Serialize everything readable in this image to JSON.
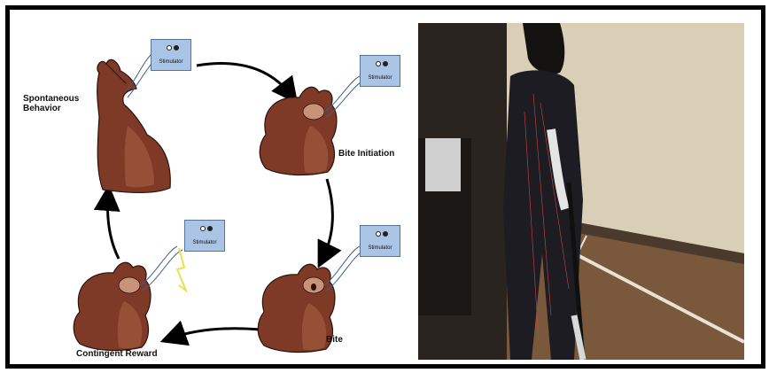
{
  "diagram": {
    "stages": [
      {
        "label": "Spontaneous Behavior",
        "line1": "Spontaneous",
        "line2": "Behavior"
      },
      {
        "label": "Bite Initiation"
      },
      {
        "label": "Bite"
      },
      {
        "label": "Contingent Reward"
      }
    ],
    "stimulator_label": "Stimulator"
  },
  "photo": {
    "description_icon": "person-with-electrodes-photo"
  },
  "colors": {
    "slug_body": "#7e3a26",
    "slug_shadow": "#5a2517",
    "stimulator_box": "#a9c4e4",
    "photo_wall": "#d7cdb4",
    "photo_floor": "#7c5a3e"
  }
}
